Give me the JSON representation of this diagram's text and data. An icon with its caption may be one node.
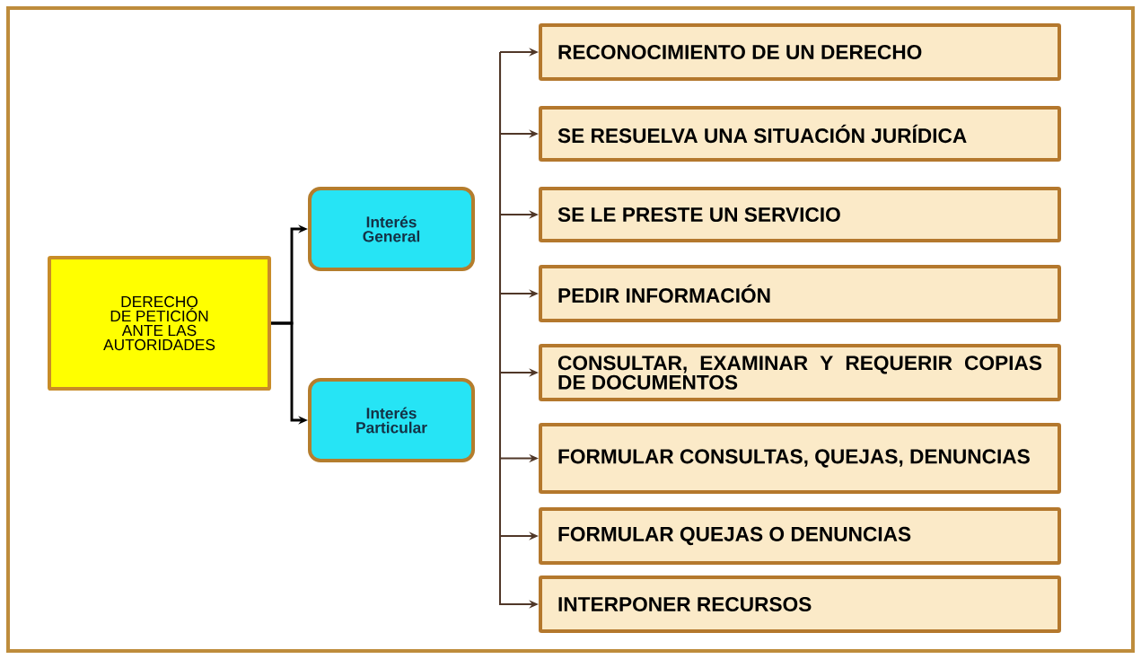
{
  "diagram": {
    "nodes": [
      {
        "text": [
          "DERECHO DE PETICIÓN ANTE LAS AUTORIDADES"
        ]
      },
      {
        "text": [
          "Interés General"
        ]
      },
      {
        "text": [
          "Interés Particular"
        ]
      },
      {
        "text": [
          "RECONOCIMIENTO DE UN DERECHO"
        ]
      },
      {
        "text": [
          "SE RESUELVA UNA SITUACIÓN JURÍDICA"
        ]
      },
      {
        "text": [
          "SE LE PRESTE UN SERVICIO"
        ]
      },
      {
        "text": [
          "PEDIR INFORMACIÓN"
        ]
      },
      {
        "text": [
          "CONSULTAR, EXAMINAR Y REQUERIR COPIAS DE DOCUMENTOS"
        ]
      },
      {
        "text": [
          "FORMULAR CONSULTAS, QUEJAS, DENUNCIAS"
        ]
      },
      {
        "text": [
          "FORMULAR QUEJAS O DENUNCIAS"
        ]
      },
      {
        "text": [
          "INTERPONER RECURSOS"
        ]
      }
    ],
    "edges": [
      {
        "from": 0,
        "to": 1,
        "arrow": "to"
      },
      {
        "from": 0,
        "to": 2,
        "arrow": "to"
      },
      {
        "from": null,
        "to": 3,
        "arrow": "to"
      },
      {
        "from": null,
        "to": 4,
        "arrow": "to"
      },
      {
        "from": null,
        "to": 5,
        "arrow": "to"
      },
      {
        "from": null,
        "to": 6,
        "arrow": "to"
      },
      {
        "from": null,
        "to": 7,
        "arrow": "to"
      },
      {
        "from": null,
        "to": 8,
        "arrow": "to"
      },
      {
        "from": null,
        "to": 9,
        "arrow": "to"
      },
      {
        "from": null,
        "to": 10,
        "arrow": "to"
      }
    ]
  }
}
